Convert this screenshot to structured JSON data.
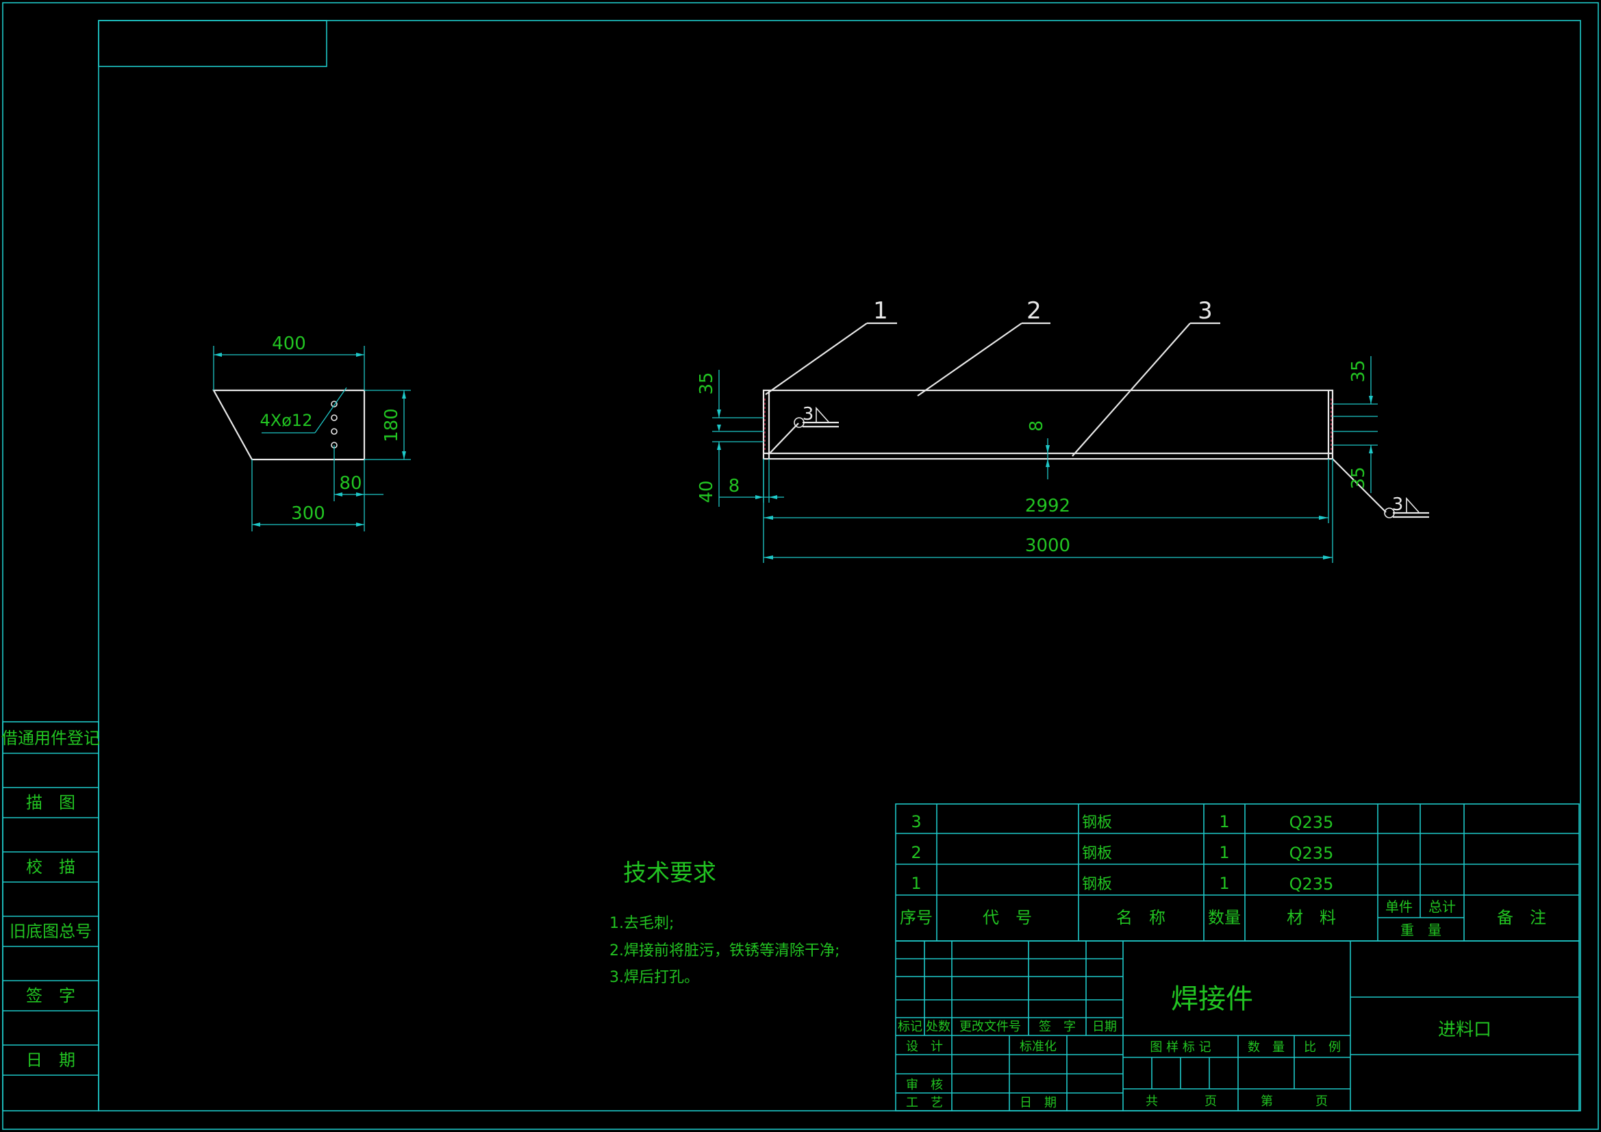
{
  "left_strip": {
    "items": [
      "借通用件登记",
      "描　图",
      "校　描",
      "旧底图总号",
      "签　字",
      "日　期"
    ]
  },
  "side_view": {
    "dims": {
      "top": "400",
      "bottom": "300",
      "height": "180",
      "hole_offset": "80",
      "holes": "4Xø12"
    }
  },
  "main_view": {
    "balloons": [
      "1",
      "2",
      "3"
    ],
    "dims": {
      "overall_length": "3000",
      "inner_length": "2992",
      "thickness": "8",
      "left_top": "35",
      "left_bottom": "40",
      "left_thickness": "8",
      "right_top": "35",
      "right_bottom": "35"
    },
    "weld_size": "3"
  },
  "tech_req": {
    "title": "技术要求",
    "items": [
      "1.去毛刺;",
      "2.焊接前将脏污，铁锈等清除干净;",
      "3.焊后打孔。"
    ]
  },
  "bom": {
    "rows": [
      {
        "no": "3",
        "code": "",
        "name": "钢板",
        "qty": "1",
        "material": "Q235"
      },
      {
        "no": "2",
        "code": "",
        "name": "钢板",
        "qty": "1",
        "material": "Q235"
      },
      {
        "no": "1",
        "code": "",
        "name": "钢板",
        "qty": "1",
        "material": "Q235"
      }
    ],
    "headers": {
      "no": "序号",
      "code": "代　号",
      "name": "名　称",
      "qty": "数量",
      "material": "材　料",
      "unit": "单件",
      "total": "总计",
      "weight": "重　量",
      "remarks": "备　注"
    }
  },
  "title_block": {
    "part_title": "焊接件",
    "drawing_name": "进料口",
    "rev_headers": [
      "标记",
      "处数",
      "更改文件号",
      "签　字",
      "日期"
    ],
    "roles": [
      "设　计",
      "标准化",
      "审　核",
      "工　艺",
      "日　期"
    ],
    "info_headers": [
      "图 样 标 记",
      "数　量",
      "比　例"
    ],
    "page_labels": [
      "共",
      "页",
      "第",
      "页"
    ]
  },
  "colors": {
    "frame": "#1ec8c8",
    "text": "#22c422",
    "lines": "#e8e8e8",
    "background": "#000000"
  }
}
